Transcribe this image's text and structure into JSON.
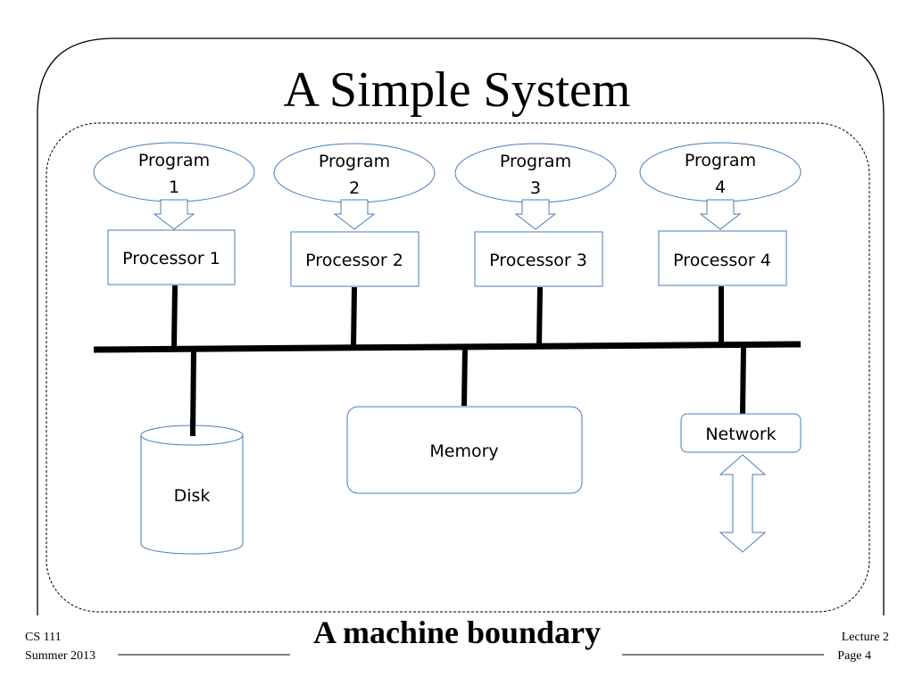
{
  "slide": {
    "title": "A Simple System",
    "subtitle": "A machine boundary"
  },
  "programs": [
    {
      "line1": "Program",
      "line2": "1"
    },
    {
      "line1": "Program",
      "line2": "2"
    },
    {
      "line1": "Program",
      "line2": "3"
    },
    {
      "line1": "Program",
      "line2": "4"
    }
  ],
  "processors": [
    {
      "label": "Processor 1"
    },
    {
      "label": "Processor 2"
    },
    {
      "label": "Processor 3"
    },
    {
      "label": "Processor 4"
    }
  ],
  "devices": {
    "disk": "Disk",
    "memory": "Memory",
    "network": "Network"
  },
  "footer": {
    "course": "CS 111",
    "term": "Summer 2013",
    "lecture": "Lecture 2",
    "page": "Page 4"
  },
  "colors": {
    "shape_stroke": "#4a7ebb",
    "bus": "#000000",
    "frame": "#000000"
  }
}
